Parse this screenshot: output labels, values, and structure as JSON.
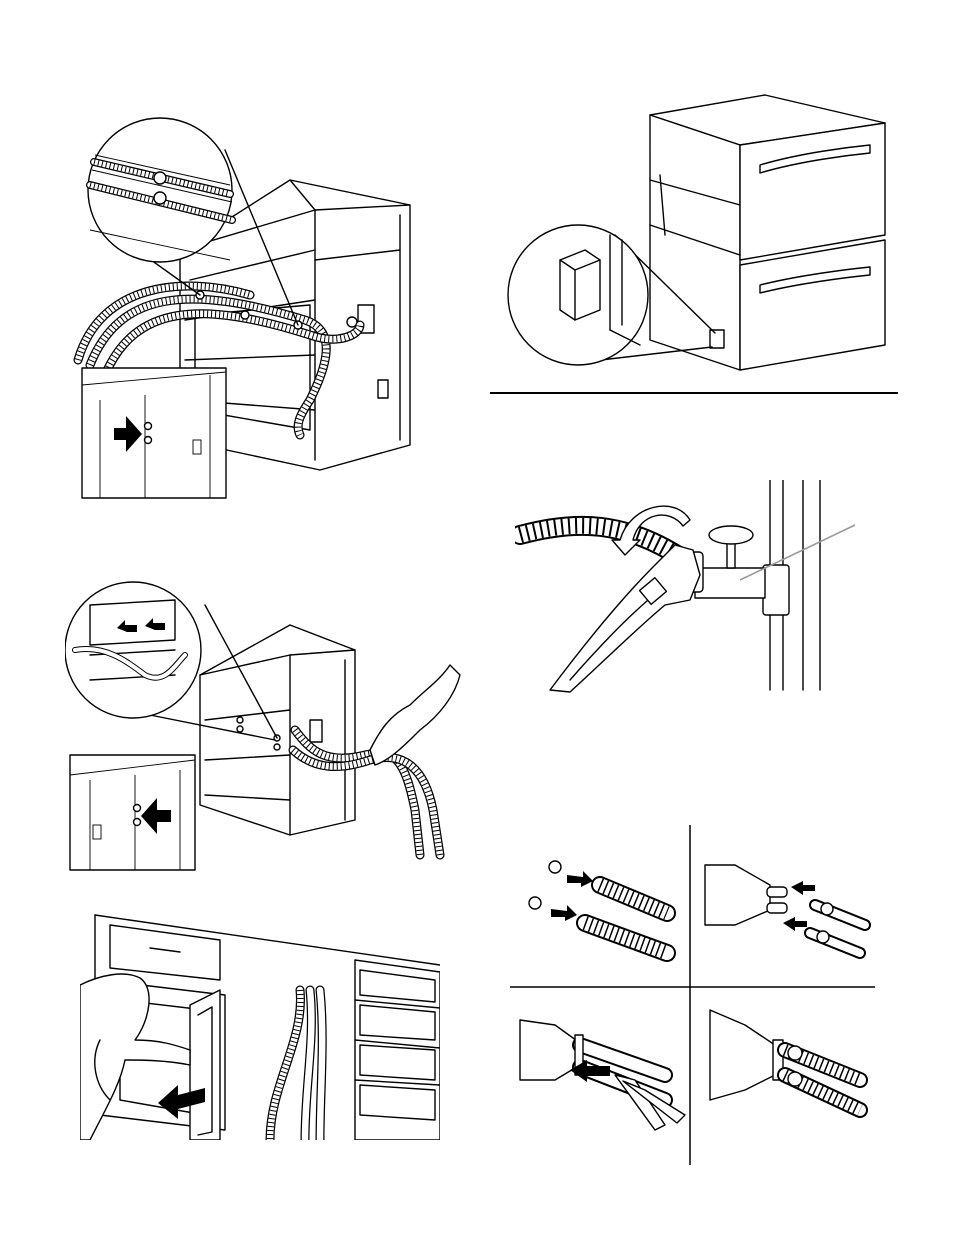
{
  "page": {
    "background": "#ffffff",
    "ink": "#000000",
    "accent_gray": "#9a9a9a"
  },
  "figures": [
    {
      "id": "fig1",
      "label": ""
    },
    {
      "id": "fig2",
      "label": ""
    },
    {
      "id": "fig3",
      "label": ""
    },
    {
      "id": "fig4",
      "label": ""
    },
    {
      "id": "fig5",
      "label": ""
    },
    {
      "id": "fig6",
      "label": ""
    }
  ]
}
